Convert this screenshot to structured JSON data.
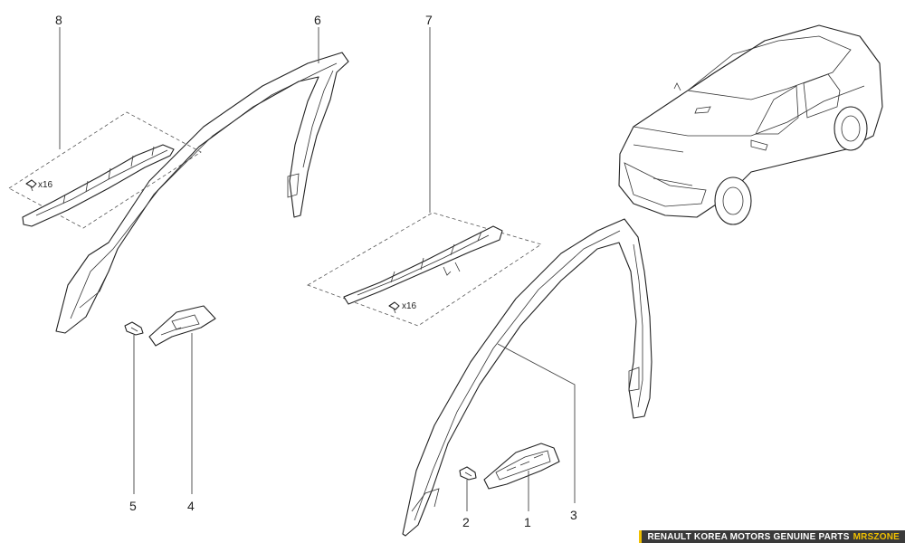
{
  "callouts": {
    "c1": "1",
    "c2": "2",
    "c3": "3",
    "c4": "4",
    "c5": "5",
    "c6": "6",
    "c7": "7",
    "c8": "8"
  },
  "quantities": {
    "kit8": "x16",
    "kit7": "x16"
  },
  "footer": {
    "brand": "RENAULT KOREA MOTORS GENUINE PARTS",
    "site": "MRSZONE"
  },
  "colors": {
    "banner_bg": "#3a3a3a",
    "banner_accent": "#f0c000",
    "line": "#222222"
  }
}
